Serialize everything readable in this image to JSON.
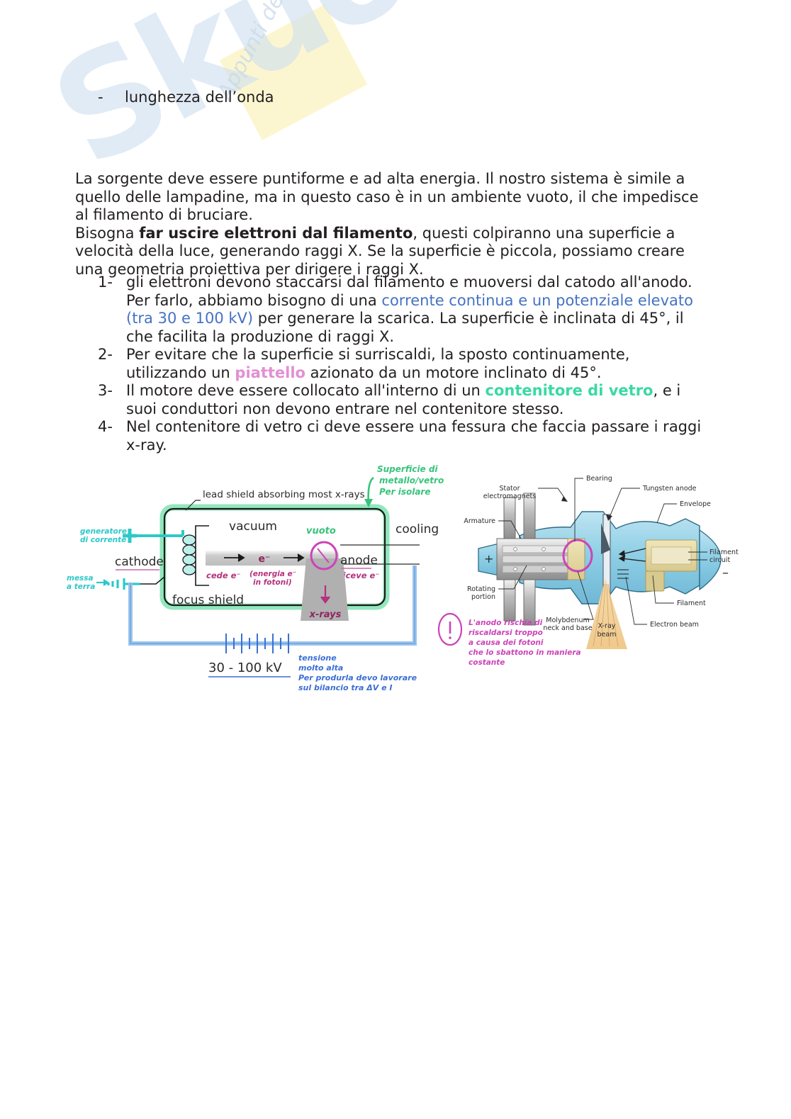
{
  "watermark": {
    "brand": "Skuola.net",
    "tagline": "Appunti dello studente"
  },
  "document": {
    "bullet": {
      "marker": "-",
      "text": "lunghezza dell’onda"
    },
    "paragraph_1": {
      "part_a": "La sorgente deve essere puntiforme e ad alta energia. Il nostro sistema è simile a quello delle lampadine, ma in questo caso è in un ambiente vuoto, il che impedisce al filamento di bruciare.",
      "part_b_lead": "Bisogna ",
      "part_b_bold": "far uscire elettroni dal filamento",
      "part_b_tail": ", questi colpiranno una superficie a velocità della luce, generando raggi X. Se la superficie è piccola, possiamo creare una geometria proiettiva per dirigere i raggi X."
    },
    "list": [
      {
        "num": "1-",
        "seg1": "gli elettroni devono staccarsi dal filamento e muoversi dal catodo all'anodo. Per farlo, abbiamo bisogno di una ",
        "hl": "corrente continua e un potenziale elevato (tra 30 e 100 kV)",
        "hl_color": "blue",
        "seg2": " per generare la scarica. La superficie è inclinata di 45°, il che facilita la produzione di raggi X."
      },
      {
        "num": "2-",
        "seg1": "Per evitare che la superficie si surriscaldi, la sposto continuamente, utilizzando un ",
        "hl": "piattello",
        "hl_color": "pink",
        "seg2": " azionato da un motore inclinato di 45°."
      },
      {
        "num": "3-",
        "seg1": "Il motore deve essere collocato all'interno di un ",
        "hl": "contenitore di vetro",
        "hl_color": "green",
        "seg2": ", e i suoi conduttori non devono entrare nel contenitore stesso."
      },
      {
        "num": "4-",
        "seg1": "Nel contenitore di vetro ci deve essere una fessura  che faccia passare i raggi x-ray.",
        "hl": "",
        "hl_color": "",
        "seg2": ""
      }
    ]
  },
  "figure_left": {
    "title": "x-ray tube schematic with handwritten notes",
    "printed_labels": {
      "lead_shield": "lead shield absorbing most x-rays",
      "vacuum": "vacuum",
      "cooling": "cooling",
      "cathode": "cathode",
      "anode": "anode",
      "focus_shield": "focus shield",
      "electron": "e⁻",
      "voltage": "30 - 100 kV"
    },
    "notes_green": {
      "surface": [
        "Superficie di",
        "metallo/vetro",
        "Per isolare"
      ],
      "vuoto": "vuoto"
    },
    "notes_cyan": {
      "generator": [
        "generatore",
        "di corrente"
      ],
      "ground": [
        "messa",
        "a terra"
      ],
      "plus": "+"
    },
    "notes_magenta": {
      "cede": "cede e⁻",
      "energia": [
        "(energia e⁻",
        "in fotoni)"
      ],
      "riceve": "riceve e⁻",
      "xrays": "x-rays"
    },
    "notes_blue": [
      "tensione",
      "molto alta",
      "Per produrla devo lavorare",
      "sul bilancio tra ΔV e I"
    ]
  },
  "figure_right": {
    "title": "rotating anode x-ray tube cutaway",
    "labels": {
      "stator": [
        "Stator",
        "electromagnets"
      ],
      "bearing": "Bearing",
      "tungsten_anode": "Tungsten anode",
      "envelope": "Envelope",
      "armature": "Armature",
      "filament_circuit": [
        "Filament",
        "circuit"
      ],
      "rotating_portion": [
        "Rotating",
        "portion"
      ],
      "molybdenum": [
        "Molybdenum",
        "neck and base"
      ],
      "xray_beam": [
        "X-ray",
        "beam"
      ],
      "electron_beam": "Electron beam",
      "filament": "Filament",
      "plus": "+",
      "minus": "–"
    },
    "note_magenta": [
      "L'anodo rischia di",
      "riscaldarsi troppo",
      "a causa dei fotoni",
      "che lo sbattono in maniera",
      "costante"
    ],
    "warning_glyph": "!"
  },
  "colors": {
    "text": "#231f20",
    "link_blue": "#4472c4",
    "pink": "#e38fd4",
    "mint_green": "#3ad9a3",
    "ink_cyan": "#2ec8c8",
    "ink_magenta": "#b5327e",
    "ink_blue": "#3b6fd4",
    "ink_green": "#36c47a",
    "watermark_blue": "#cfe0f0",
    "watermark_yellow": "#fbf4c8"
  }
}
